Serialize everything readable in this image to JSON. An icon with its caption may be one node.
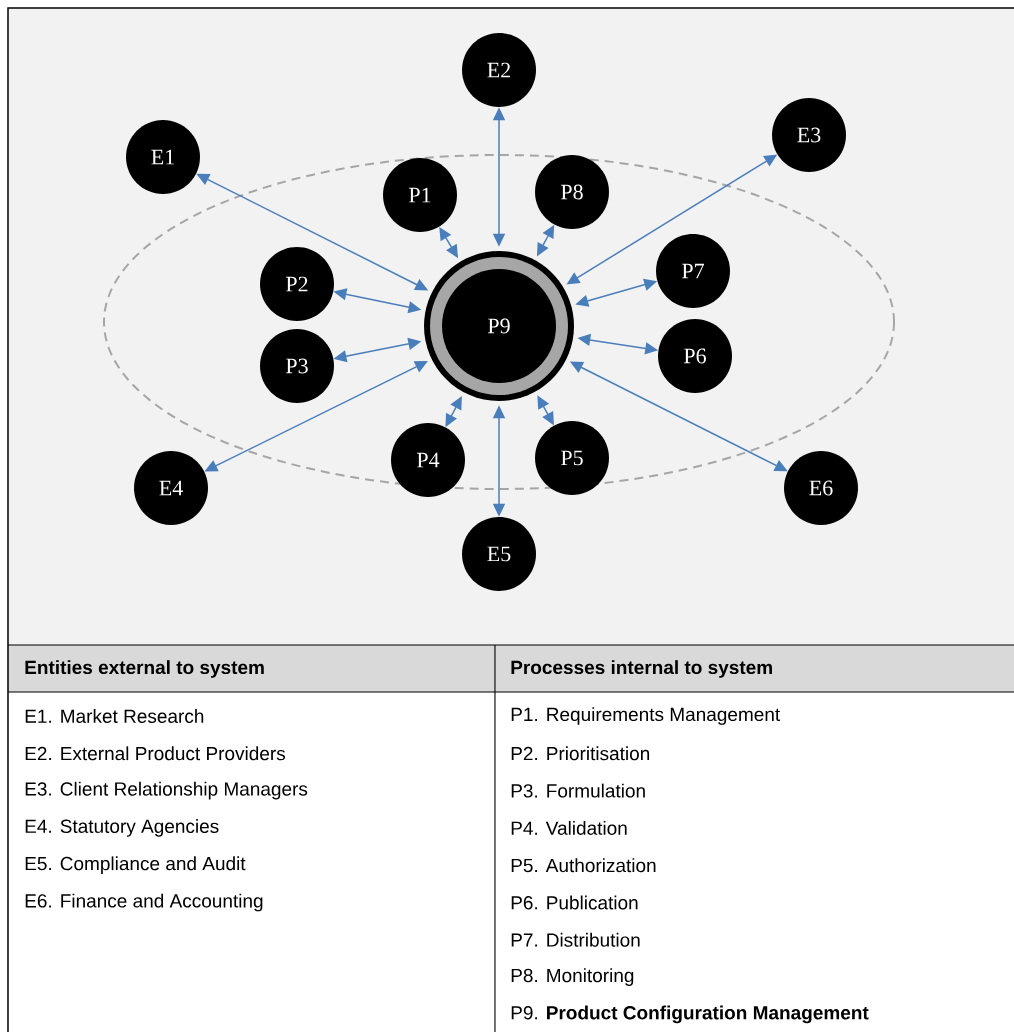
{
  "diagram": {
    "nodes": [
      {
        "text": [
          "E2"
        ]
      },
      {
        "text": [
          "E3"
        ]
      },
      {
        "text": [
          "E1"
        ]
      },
      {
        "text": [
          "P8"
        ]
      },
      {
        "text": [
          "P1"
        ]
      },
      {
        "text": [
          "P7"
        ]
      },
      {
        "text": [
          "P2"
        ]
      },
      {
        "text": [
          "P9"
        ]
      },
      {
        "text": [
          "P6"
        ]
      },
      {
        "text": [
          "P3"
        ]
      },
      {
        "text": [
          "P5"
        ]
      },
      {
        "text": [
          "P4"
        ]
      },
      {
        "text": [
          "E4"
        ]
      },
      {
        "text": [
          "E6"
        ]
      },
      {
        "text": [
          "E5"
        ]
      }
    ],
    "edges": [
      {
        "from": 7,
        "to": 0,
        "arrow": "both"
      },
      {
        "from": 7,
        "to": 1,
        "arrow": "both"
      },
      {
        "from": 7,
        "to": 2,
        "arrow": "both"
      },
      {
        "from": 7,
        "to": 3,
        "arrow": "both"
      },
      {
        "from": 7,
        "to": 4,
        "arrow": "both"
      },
      {
        "from": 7,
        "to": 5,
        "arrow": "both"
      },
      {
        "from": 7,
        "to": 6,
        "arrow": "both"
      },
      {
        "from": 7,
        "to": 8,
        "arrow": "both"
      },
      {
        "from": 7,
        "to": 9,
        "arrow": "both"
      },
      {
        "from": 7,
        "to": 10,
        "arrow": "both"
      },
      {
        "from": 7,
        "to": 11,
        "arrow": "both"
      },
      {
        "from": 7,
        "to": 12,
        "arrow": "both"
      },
      {
        "from": 7,
        "to": 13,
        "arrow": "both"
      },
      {
        "from": 7,
        "to": 14,
        "arrow": "both"
      }
    ],
    "labels": [
      "Entities external to system",
      "Processes internal to system",
      "E1. Market Research",
      "P1. Requirements Management",
      "E2. External Product Providers",
      "P2. Prioritisation",
      "E3. Client Relationship Managers",
      "P3. Formulation",
      "E4. Statutory Agencies",
      "P4. Validation",
      "E5. Compliance and Audit",
      "P5. Authorization",
      "E6. Finance and Accounting",
      "P6. Publication",
      "P7. Distribution",
      "P8. Monitoring",
      "P9. **Product Configuration Management**"
    ]
  }
}
